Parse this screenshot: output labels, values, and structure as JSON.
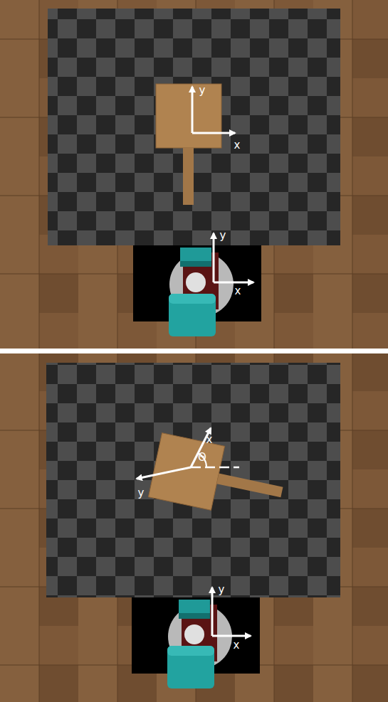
{
  "diagram": {
    "labels": [
      "y",
      "x",
      "y",
      "x",
      "x",
      "Θ",
      "y",
      "y",
      "x"
    ]
  }
}
